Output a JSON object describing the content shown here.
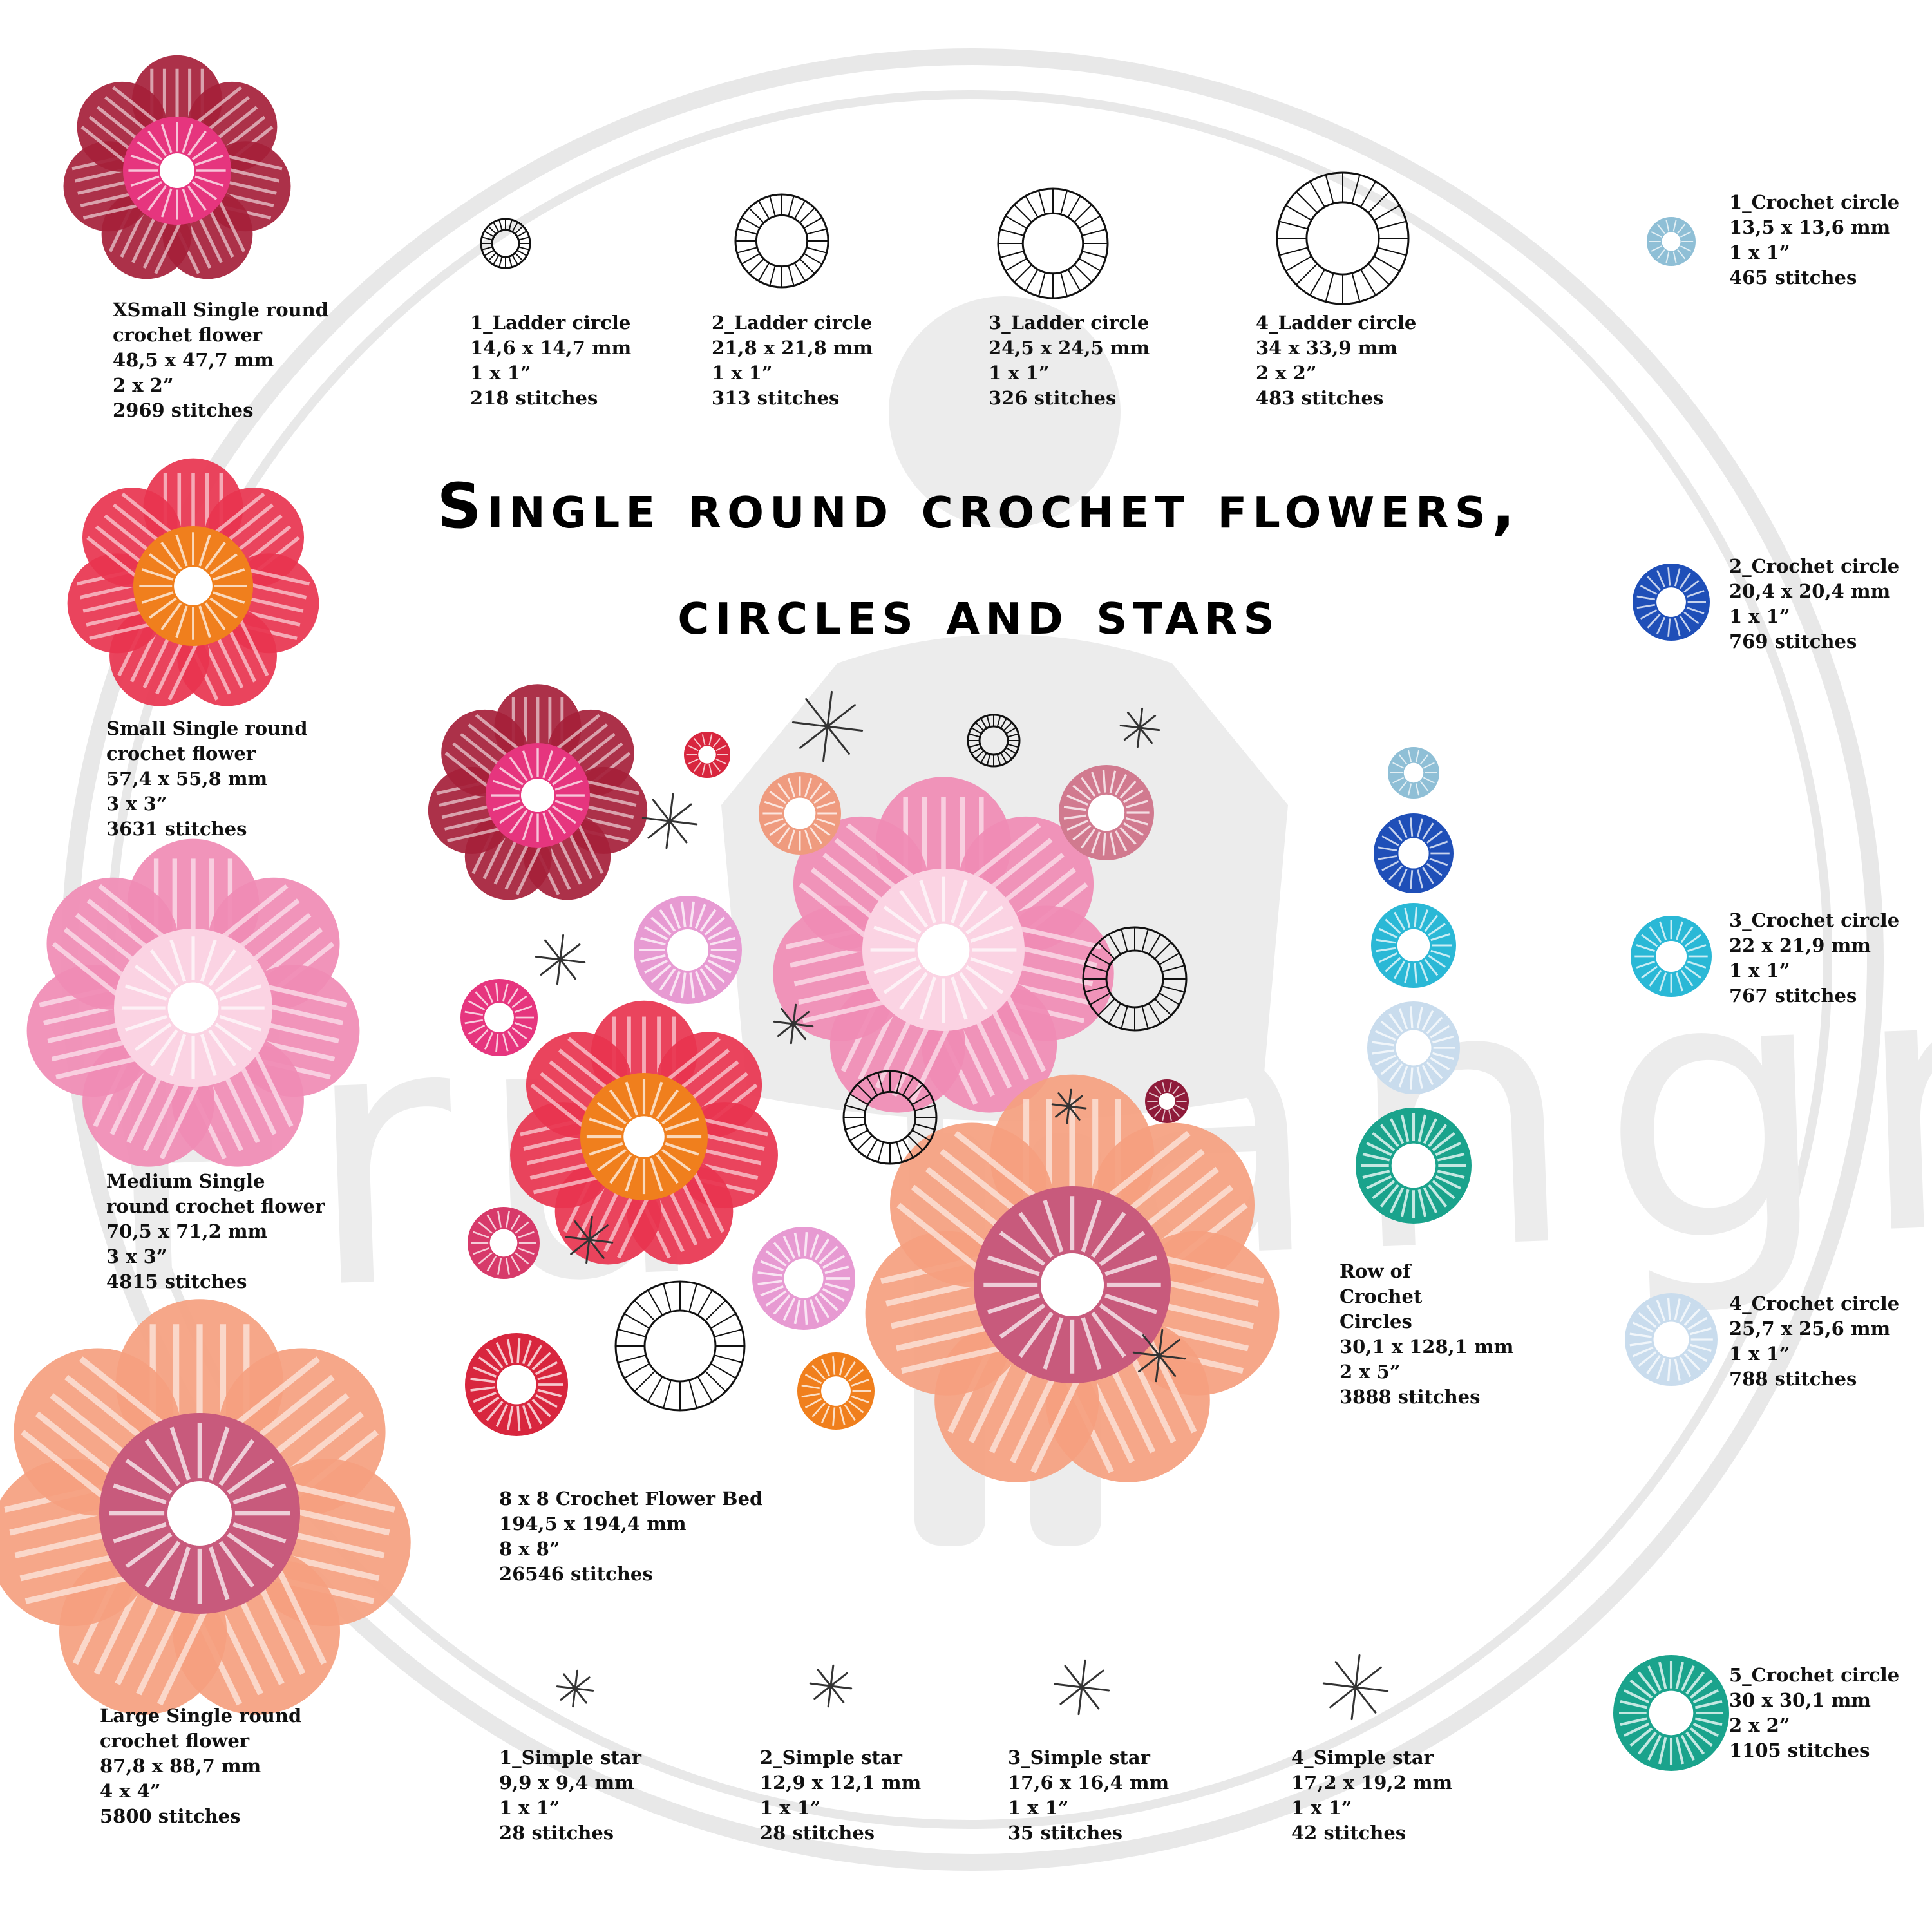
{
  "title": {
    "line1": "Single round crochet flowers,",
    "line2": "circles and stars"
  },
  "watermark": "Fru Langren",
  "flowers": [
    {
      "name": "XSmall Single round crochet flower",
      "size": "48,5 x 47,7 mm",
      "hoop": "2 x 2”",
      "stitches": "2969 stitches"
    },
    {
      "name": "Small Single round crochet flower",
      "size": "57,4 x 55,8 mm",
      "hoop": "3 x 3”",
      "stitches": "3631 stitches"
    },
    {
      "name": "Medium Single round crochet flower",
      "size": "70,5 x 71,2 mm",
      "hoop": "3 x 3”",
      "stitches": "4815 stitches"
    },
    {
      "name": "Large Single round crochet flower",
      "size": "87,8 x 88,7 mm",
      "hoop": "4 x 4”",
      "stitches": "5800 stitches"
    }
  ],
  "ladder_circles": [
    {
      "name": "1_Ladder circle",
      "size": "14,6 x 14,7 mm",
      "hoop": "1 x 1”",
      "stitches": "218 stitches"
    },
    {
      "name": "2_Ladder circle",
      "size": "21,8 x 21,8 mm",
      "hoop": "1 x 1”",
      "stitches": "313 stitches"
    },
    {
      "name": "3_Ladder circle",
      "size": "24,5 x 24,5 mm",
      "hoop": "1 x 1”",
      "stitches": "326 stitches"
    },
    {
      "name": "4_Ladder circle",
      "size": "34 x 33,9 mm",
      "hoop": "2 x 2”",
      "stitches": "483 stitches"
    }
  ],
  "crochet_circles": [
    {
      "name": "1_Crochet circle",
      "size": "13,5 x 13,6 mm",
      "hoop": "1 x 1”",
      "stitches": "465 stitches"
    },
    {
      "name": "2_Crochet circle",
      "size": "20,4 x 20,4 mm",
      "hoop": "1 x 1”",
      "stitches": "769 stitches"
    },
    {
      "name": "3_Crochet circle",
      "size": "22 x 21,9 mm",
      "hoop": "1 x 1”",
      "stitches": "767 stitches"
    },
    {
      "name": "4_Crochet circle",
      "size": "25,7 x 25,6 mm",
      "hoop": "1 x 1”",
      "stitches": "788 stitches"
    },
    {
      "name": "5_Crochet circle",
      "size": "30 x 30,1 mm",
      "hoop": "2 x 2”",
      "stitches": "1105 stitches"
    }
  ],
  "simple_stars": [
    {
      "name": "1_Simple star",
      "size": "9,9 x 9,4 mm",
      "hoop": "1 x 1”",
      "stitches": "28 stitches"
    },
    {
      "name": "2_Simple star",
      "size": "12,9 x 12,1 mm",
      "hoop": "1 x 1”",
      "stitches": "28 stitches"
    },
    {
      "name": "3_Simple star",
      "size": "17,6 x 16,4 mm",
      "hoop": "1 x 1”",
      "stitches": "35 stitches"
    },
    {
      "name": "4_Simple star",
      "size": "17,2 x 19,2 mm",
      "hoop": "1 x 1”",
      "stitches": "42 stitches"
    }
  ],
  "row": {
    "name": "Row of Crochet Circles",
    "size": "30,1 x 128,1 mm",
    "hoop": "2 x 5”",
    "stitches": "3888 stitches"
  },
  "bed": {
    "name": "8 x 8 Crochet Flower Bed",
    "size": "194,5 x 194,4 mm",
    "hoop": "8 x 8”",
    "stitches": "26546 stitches"
  },
  "colors": {
    "ink": "#111111",
    "hoop": "#e8e8e8",
    "xsmall_outer": "#a51f3a",
    "xsmall_inner": "#e6357e",
    "small_outer": "#e8344f",
    "small_inner": "#f07f1d",
    "medium_outer": "#f08bb4",
    "medium_inner": "#fbd3e3",
    "large_outer": "#f5a07f",
    "large_inner": "#c85a7c",
    "cc1": "#8fbfd6",
    "cc2": "#1f4fb8",
    "cc3": "#2ab8d6",
    "cc4": "#c9dced",
    "cc5": "#1aa38c",
    "pink": "#e6357e",
    "orchid": "#e79ad2",
    "salmon": "#ef9b7f",
    "crimson": "#d8263e",
    "rose": "#d17a8f",
    "berry": "#d73a6a",
    "orange": "#f07f1d",
    "wine": "#8e1b3a"
  }
}
